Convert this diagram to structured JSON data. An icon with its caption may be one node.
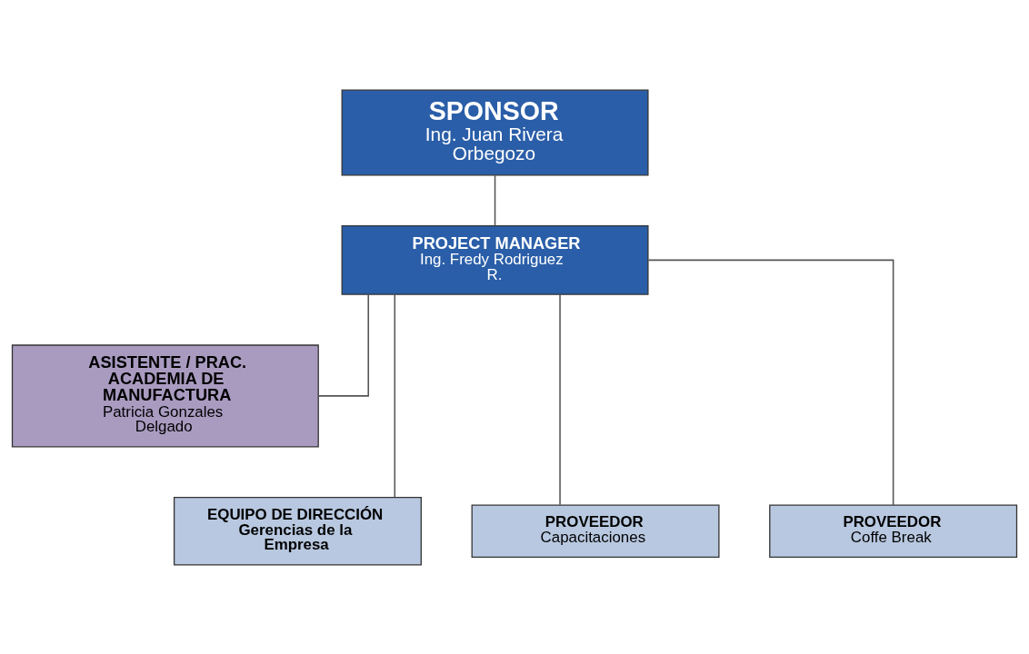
{
  "diagram": {
    "nodes": [
      {
        "text": [
          "SPONSOR",
          "Ing. Juan Rivera Orbegozo"
        ]
      },
      {
        "text": [
          "PROJECT MANAGER",
          "Ing. Fredy Rodriguez R."
        ]
      },
      {
        "text": [
          "ASISTENTE / PRAC. ACADEMIA DE MANUFACTURA",
          "Patricia Gonzales Delgado"
        ]
      },
      {
        "text": [
          "EQUIPO DE DIRECCIÓN",
          "Gerencias de la Empresa"
        ]
      },
      {
        "text": [
          "PROVEEDOR",
          "Capacitaciones"
        ]
      },
      {
        "text": [
          "PROVEEDOR",
          "Coffe Break"
        ]
      }
    ],
    "edges": [
      {
        "from": 0,
        "to": 1,
        "arrow": "none"
      },
      {
        "from": 1,
        "to": 2,
        "arrow": "none"
      },
      {
        "from": 1,
        "to": 3,
        "arrow": "none"
      },
      {
        "from": 1,
        "to": 4,
        "arrow": "none"
      },
      {
        "from": 1,
        "to": 5,
        "arrow": "none"
      }
    ]
  }
}
